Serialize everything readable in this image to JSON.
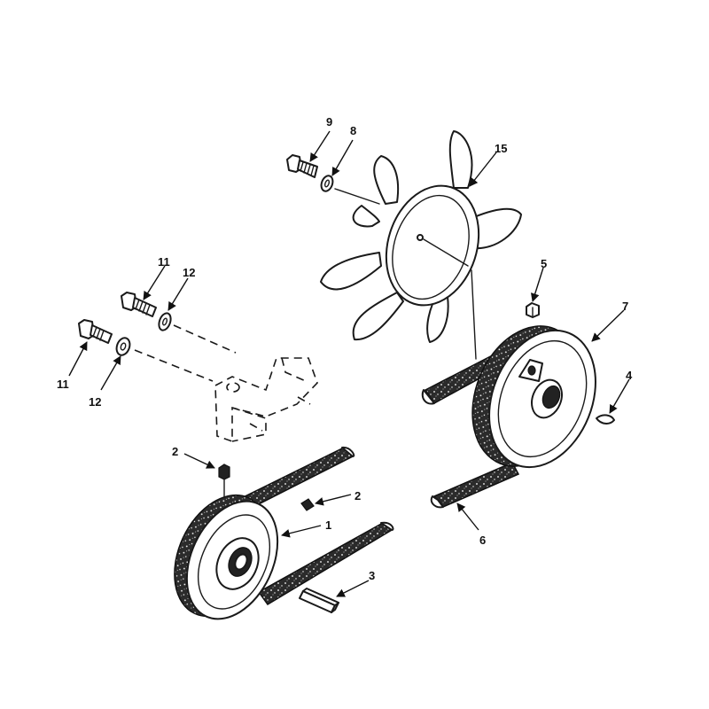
{
  "callouts": {
    "n1": "1",
    "n2a": "2",
    "n2b": "2",
    "n3": "3",
    "n4": "4",
    "n5": "5",
    "n6": "6",
    "n7": "7",
    "n8": "8",
    "n9": "9",
    "n11a": "11",
    "n11b": "11",
    "n12a": "12",
    "n12b": "12",
    "n15": "15"
  }
}
